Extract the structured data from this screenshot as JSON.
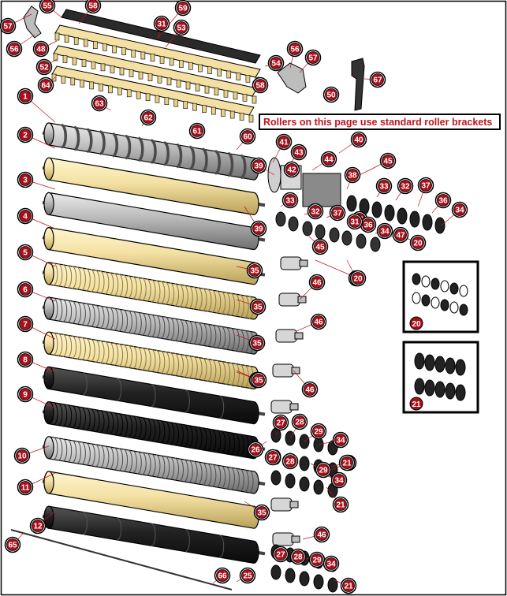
{
  "banner": {
    "text": "Rollers on this page use standard roller brackets"
  },
  "colors": {
    "yellow": "#f3e0a2",
    "yellow_dark": "#c9b56f",
    "gray": "#b9b9b9",
    "gray_dark": "#7a7a7a",
    "black": "#1e1e1e",
    "callout_fill": "#a8101a",
    "leader": "#c0141c"
  },
  "rollers": [
    {
      "id": "1",
      "color": "gray",
      "style": "segmented"
    },
    {
      "id": "2",
      "color": "yellow",
      "style": "smooth"
    },
    {
      "id": "3",
      "color": "gray",
      "style": "smooth"
    },
    {
      "id": "4",
      "color": "yellow",
      "style": "smooth"
    },
    {
      "id": "5",
      "color": "yellow",
      "style": "ribbed"
    },
    {
      "id": "6",
      "color": "gray",
      "style": "ribbed"
    },
    {
      "id": "7",
      "color": "yellow",
      "style": "ribbed"
    },
    {
      "id": "8",
      "color": "black",
      "style": "banded"
    },
    {
      "id": "9",
      "color": "black",
      "style": "ribbed"
    },
    {
      "id": "10",
      "color": "gray",
      "style": "ribbed"
    },
    {
      "id": "11",
      "color": "yellow",
      "style": "smooth"
    },
    {
      "id": "12",
      "color": "black",
      "style": "banded"
    }
  ],
  "callouts": [
    "57",
    "56",
    "55",
    "58",
    "59",
    "31",
    "53",
    "48",
    "52",
    "54",
    "56",
    "57",
    "58",
    "50",
    "67",
    "64",
    "63",
    "1",
    "62",
    "61",
    "60",
    "2",
    "41",
    "43",
    "44",
    "45",
    "40",
    "39",
    "42",
    "38",
    "33",
    "32",
    "37",
    "3",
    "36",
    "33",
    "32",
    "37",
    "31",
    "36",
    "34",
    "39",
    "35",
    "45",
    "31",
    "34",
    "47",
    "20",
    "4",
    "35",
    "46",
    "20",
    "5",
    "35",
    "46",
    "6",
    "35",
    "7",
    "35",
    "46",
    "8",
    "27",
    "28",
    "29",
    "34",
    "9",
    "26",
    "27",
    "28",
    "29",
    "21",
    "34",
    "10",
    "11",
    "21",
    "35",
    "12",
    "46",
    "65",
    "27",
    "28",
    "29",
    "34",
    "66",
    "25",
    "21",
    "20",
    "21"
  ],
  "insets": [
    {
      "label": "20"
    },
    {
      "label": "21"
    }
  ]
}
